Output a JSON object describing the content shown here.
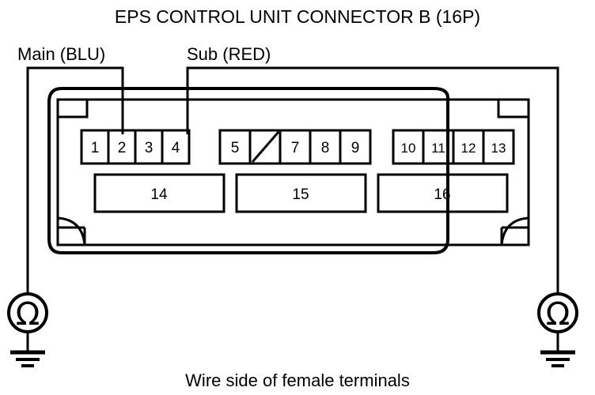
{
  "title": "EPS CONTROL UNIT CONNECTOR B (16P)",
  "caption": "Wire side of female terminals",
  "leads": {
    "main": {
      "label": "Main (BLU)",
      "target_pin": "2",
      "meter_side": "left"
    },
    "sub": {
      "label": "Sub (RED)",
      "target_pin": "4",
      "meter_side": "right"
    }
  },
  "meters": {
    "left": {
      "symbol": "Ω",
      "name": "ohmmeter",
      "grounded": true
    },
    "right": {
      "symbol": "Ω",
      "name": "ohmmeter",
      "grounded": true
    }
  },
  "connector": {
    "name": "EPS CONTROL UNIT CONNECTOR B",
    "pin_count": "16P",
    "view": "Wire side of female terminals",
    "top_row_groups": [
      {
        "group": 1,
        "pins": [
          {
            "number": "1",
            "blank": false
          },
          {
            "number": "2",
            "blank": false
          },
          {
            "number": "3",
            "blank": false
          },
          {
            "number": "4",
            "blank": false
          }
        ]
      },
      {
        "group": 2,
        "pins": [
          {
            "number": "5",
            "blank": false
          },
          {
            "number": "6",
            "blank": true
          },
          {
            "number": "7",
            "blank": false
          },
          {
            "number": "8",
            "blank": false
          },
          {
            "number": "9",
            "blank": false
          }
        ]
      },
      {
        "group": 3,
        "pins": [
          {
            "number": "10",
            "blank": false
          },
          {
            "number": "11",
            "blank": false
          },
          {
            "number": "12",
            "blank": false
          },
          {
            "number": "13",
            "blank": false
          }
        ]
      }
    ],
    "bottom_row": [
      {
        "number": "14"
      },
      {
        "number": "15"
      },
      {
        "number": "16"
      }
    ]
  },
  "colors": {
    "ink": "#000000",
    "paper": "#ffffff"
  }
}
